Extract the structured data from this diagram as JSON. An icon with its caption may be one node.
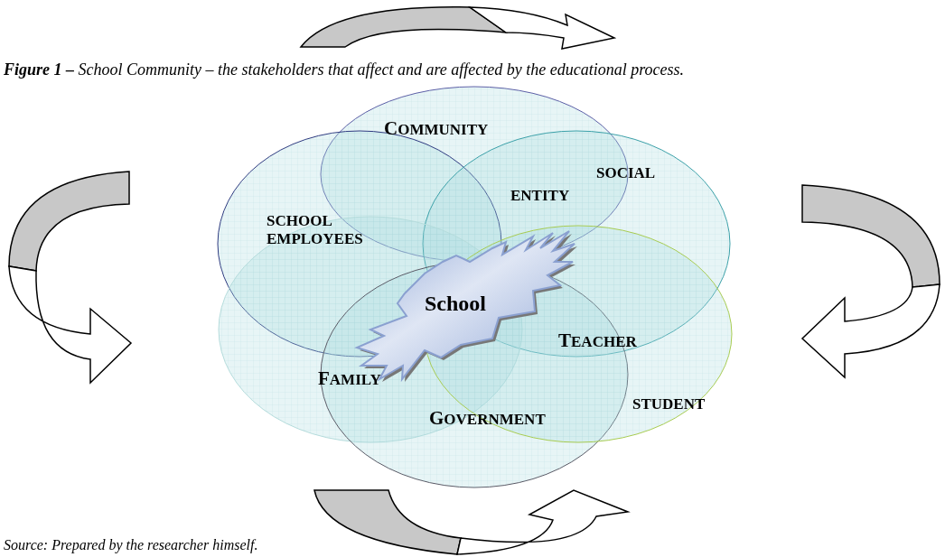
{
  "diagram": {
    "title": "**Figure 1 –** School Community – the stakeholders that affect and are affected by the educational process.",
    "caption": "Source: Prepared by the researcher himself.",
    "nodes": [
      {
        "text": [
          "School"
        ]
      }
    ],
    "labels": [
      "COMMUNITY",
      "SOCIAL",
      "ENTITY",
      "SCHOOL EMPLOYEES",
      "TEACHER",
      "FAMILY",
      "STUDENT",
      "GOVERNMENT"
    ]
  }
}
